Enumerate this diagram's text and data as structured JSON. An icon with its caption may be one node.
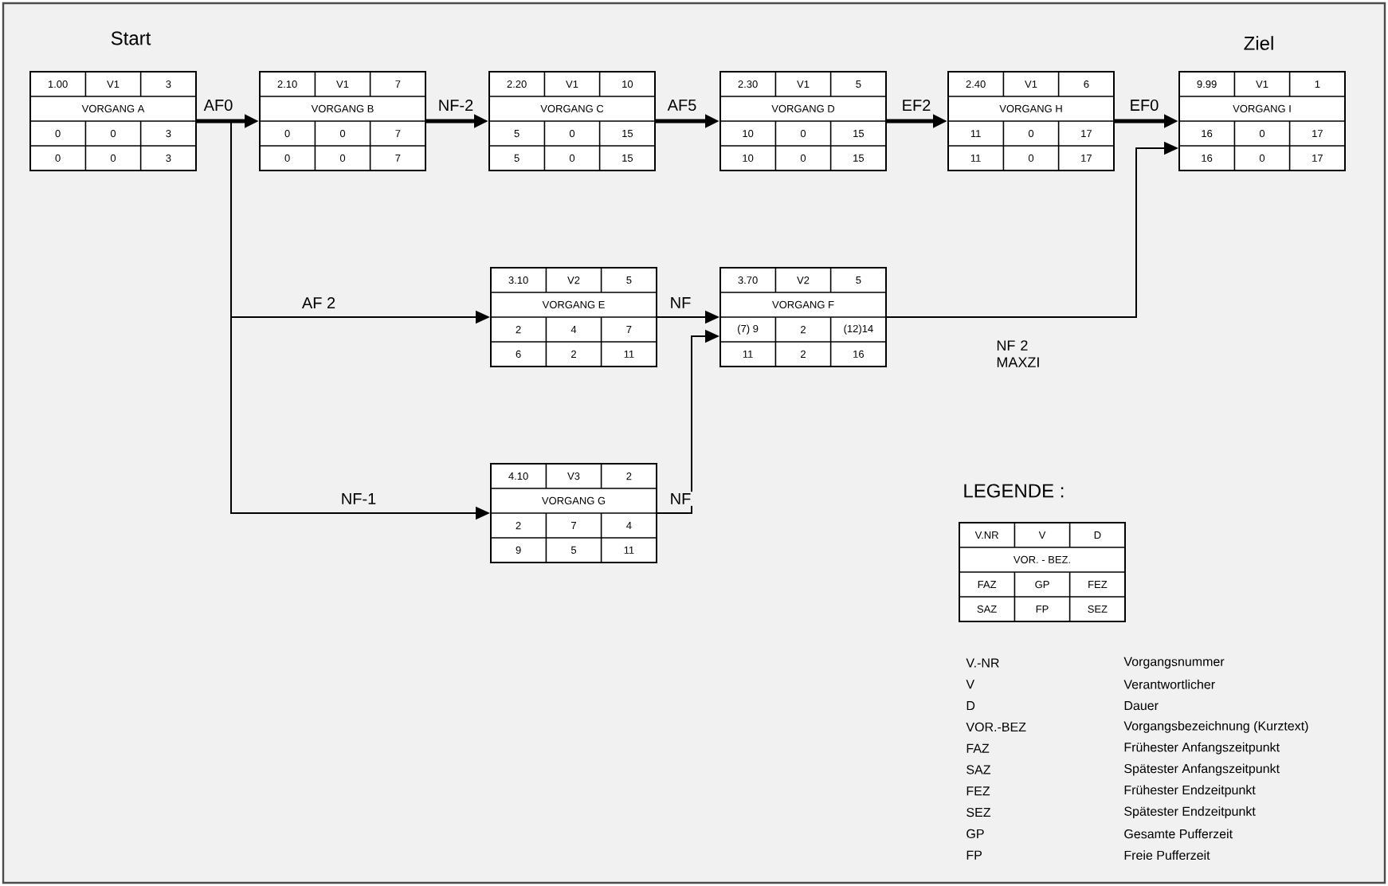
{
  "diagram": {
    "nodes": [
      {
        "text": [
          "1.00",
          "V1",
          "3",
          "VORGANG A",
          "0",
          "0",
          "3",
          "0",
          "0",
          "3"
        ],
        "beside": [
          "Start"
        ]
      },
      {
        "text": [
          "2.10",
          "V1",
          "7",
          "VORGANG B",
          "0",
          "0",
          "7",
          "0",
          "0",
          "7"
        ]
      },
      {
        "text": [
          "2.20",
          "V1",
          "10",
          "VORGANG C",
          "5",
          "0",
          "15",
          "5",
          "0",
          "15"
        ]
      },
      {
        "text": [
          "2.30",
          "V1",
          "5",
          "VORGANG D",
          "10",
          "0",
          "15",
          "10",
          "0",
          "15"
        ]
      },
      {
        "text": [
          "2.40",
          "V1",
          "6",
          "VORGANG H",
          "11",
          "0",
          "17",
          "11",
          "0",
          "17"
        ]
      },
      {
        "text": [
          "9.99",
          "V1",
          "1",
          "VORGANG I",
          "16",
          "0",
          "17",
          "16",
          "0",
          "17"
        ],
        "beside": [
          "Ziel"
        ]
      },
      {
        "text": [
          "3.10",
          "V2",
          "5",
          "VORGANG E",
          "2",
          "4",
          "7",
          "6",
          "2",
          "11"
        ]
      },
      {
        "text": [
          "3.70",
          "V2",
          "5",
          "VORGANG F",
          "(7) 9",
          "2",
          "(12)14",
          "11",
          "2",
          "16"
        ]
      },
      {
        "text": [
          "4.10",
          "V3",
          "2",
          "VORGANG G",
          "2",
          "7",
          "4",
          "9",
          "5",
          "11"
        ]
      },
      {
        "text": [
          "V.NR",
          "V",
          "D",
          "VOR. - BEZ.",
          "FAZ",
          "GP",
          "FEZ",
          "SAZ",
          "FP",
          "SEZ"
        ]
      }
    ],
    "edges": [
      {
        "from": 0,
        "to": 1,
        "arrow": "to",
        "label": "AF0",
        "style": "thick"
      },
      {
        "from": 1,
        "to": 2,
        "arrow": "to",
        "label": "NF-2",
        "style": "thick"
      },
      {
        "from": 2,
        "to": 3,
        "arrow": "to",
        "label": "AF5",
        "style": "thick"
      },
      {
        "from": 3,
        "to": 4,
        "arrow": "to",
        "label": "EF2",
        "style": "thick"
      },
      {
        "from": 4,
        "to": 5,
        "arrow": "to",
        "label": "EF0",
        "style": "thick"
      },
      {
        "from": 0,
        "to": 6,
        "arrow": "to",
        "label": "AF 2"
      },
      {
        "from": 0,
        "to": 8,
        "arrow": "to",
        "label": "NF-1"
      },
      {
        "from": 6,
        "to": 7,
        "arrow": "to",
        "label": "NF"
      },
      {
        "from": 8,
        "to": 7,
        "arrow": "to",
        "label": "NF"
      },
      {
        "from": 7,
        "to": 5,
        "arrow": "to",
        "label": "NF 2 MAXZI"
      }
    ],
    "labels": [
      "LEGENDE :",
      "V.-NR",
      "Vorgangsnummer",
      "V",
      "Verantwortlicher",
      "D",
      "Dauer",
      "VOR.-BEZ",
      "Vorgangsbezeichnung (Kurztext)",
      "FAZ",
      "Frühester Anfangszeitpunkt",
      "SAZ",
      "Spätester Anfangszeitpunkt",
      "FEZ",
      "Frühester Endzeitpunkt",
      "SEZ",
      "Spätester Endzeitpunkt",
      "GP",
      "Gesamte Pufferzeit",
      "FP",
      "Freie Pufferzeit"
    ]
  }
}
